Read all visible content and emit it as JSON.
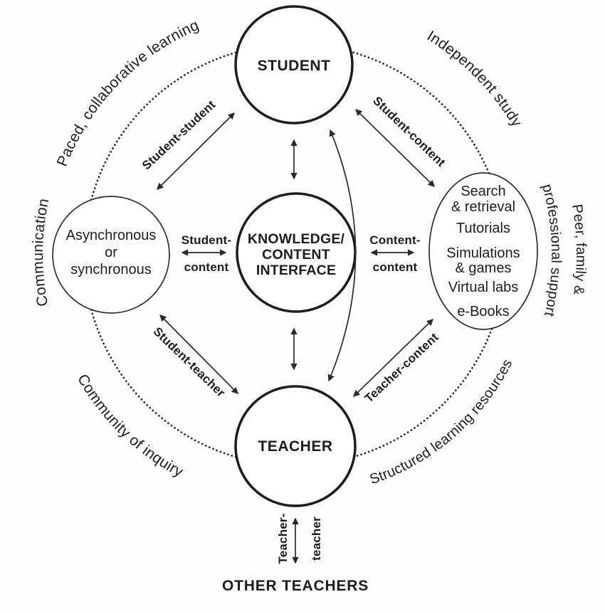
{
  "diagram": {
    "colors": {
      "ink": "#1d1d1d",
      "background": "#fdfdfd",
      "thin_stroke": "#2e2e2e"
    },
    "nodes": {
      "student": {
        "label": "STUDENT"
      },
      "knowledge_interface": {
        "lines": [
          "KNOWLEDGE/",
          "CONTENT",
          "INTERFACE"
        ]
      },
      "teacher": {
        "label": "TEACHER"
      },
      "sync_modes": {
        "lines": [
          "Asynchronous",
          "or",
          "synchronous"
        ]
      },
      "content_resources": {
        "items": [
          "Search",
          "& retrieval",
          "Tutorials",
          "Simulations",
          "& games",
          "Virtual labs",
          "e-Books"
        ]
      },
      "other_teachers": {
        "label": "OTHER TEACHERS"
      }
    },
    "edge_labels": {
      "student_student": "Student-student",
      "student_content_diagonal": "Student-content",
      "student_content_line1": "Student-",
      "student_content_line2": "content",
      "content_content_line1": "Content-",
      "content_content_line2": "content",
      "student_teacher": "Student-teacher",
      "teacher_content": "Teacher-content",
      "teacher_teacher_line1": "Teacher-",
      "teacher_teacher_line2": "teacher"
    },
    "outer_labels": {
      "top_left": "Paced, collaborative learning",
      "top_right": "Independent study",
      "left": "Communication",
      "right_outer": "Peer, family &",
      "right_inner": "professional support",
      "bottom_left": "Community of inquiry",
      "bottom_right": "Structured learning resources"
    }
  }
}
